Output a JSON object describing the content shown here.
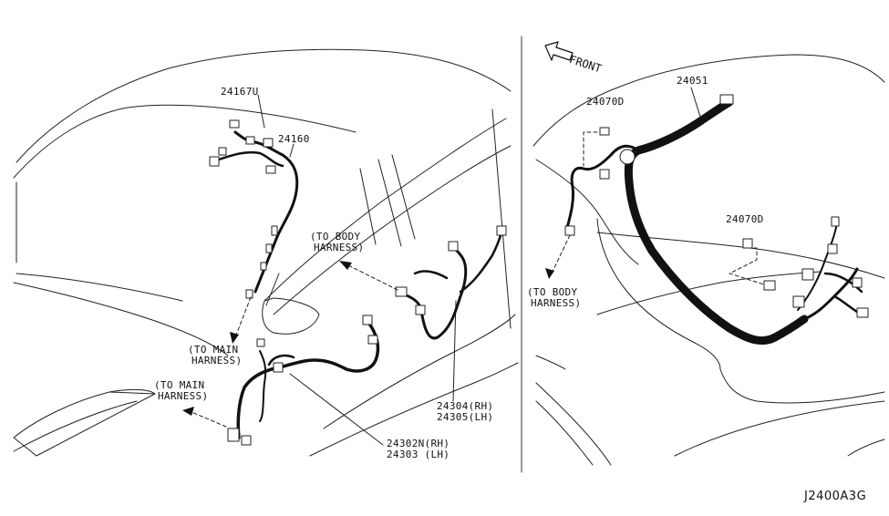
{
  "diagram": {
    "reference": "J2400A3G",
    "front_label": "FRONT",
    "parts": {
      "p24167u": "24167U",
      "p24160": "24160",
      "p24304_rh": "24304(RH)",
      "p24305_lh": "24305(LH)",
      "p24302n_rh": "24302N(RH)",
      "p24303_lh": "24303  (LH)",
      "p24070d_a": "24070D",
      "p24070d_b": "24070D",
      "p24051": "24051"
    },
    "notes": {
      "to_body_left_1": "(TO BODY",
      "to_body_left_2": "HARNESS)",
      "to_main_upper_1": "(TO MAIN",
      "to_main_upper_2": "HARNESS)",
      "to_main_lower_1": "(TO MAIN",
      "to_main_lower_2": "HARNESS)",
      "to_body_right_1": "(TO BODY",
      "to_body_right_2": "HARNESS)"
    }
  }
}
